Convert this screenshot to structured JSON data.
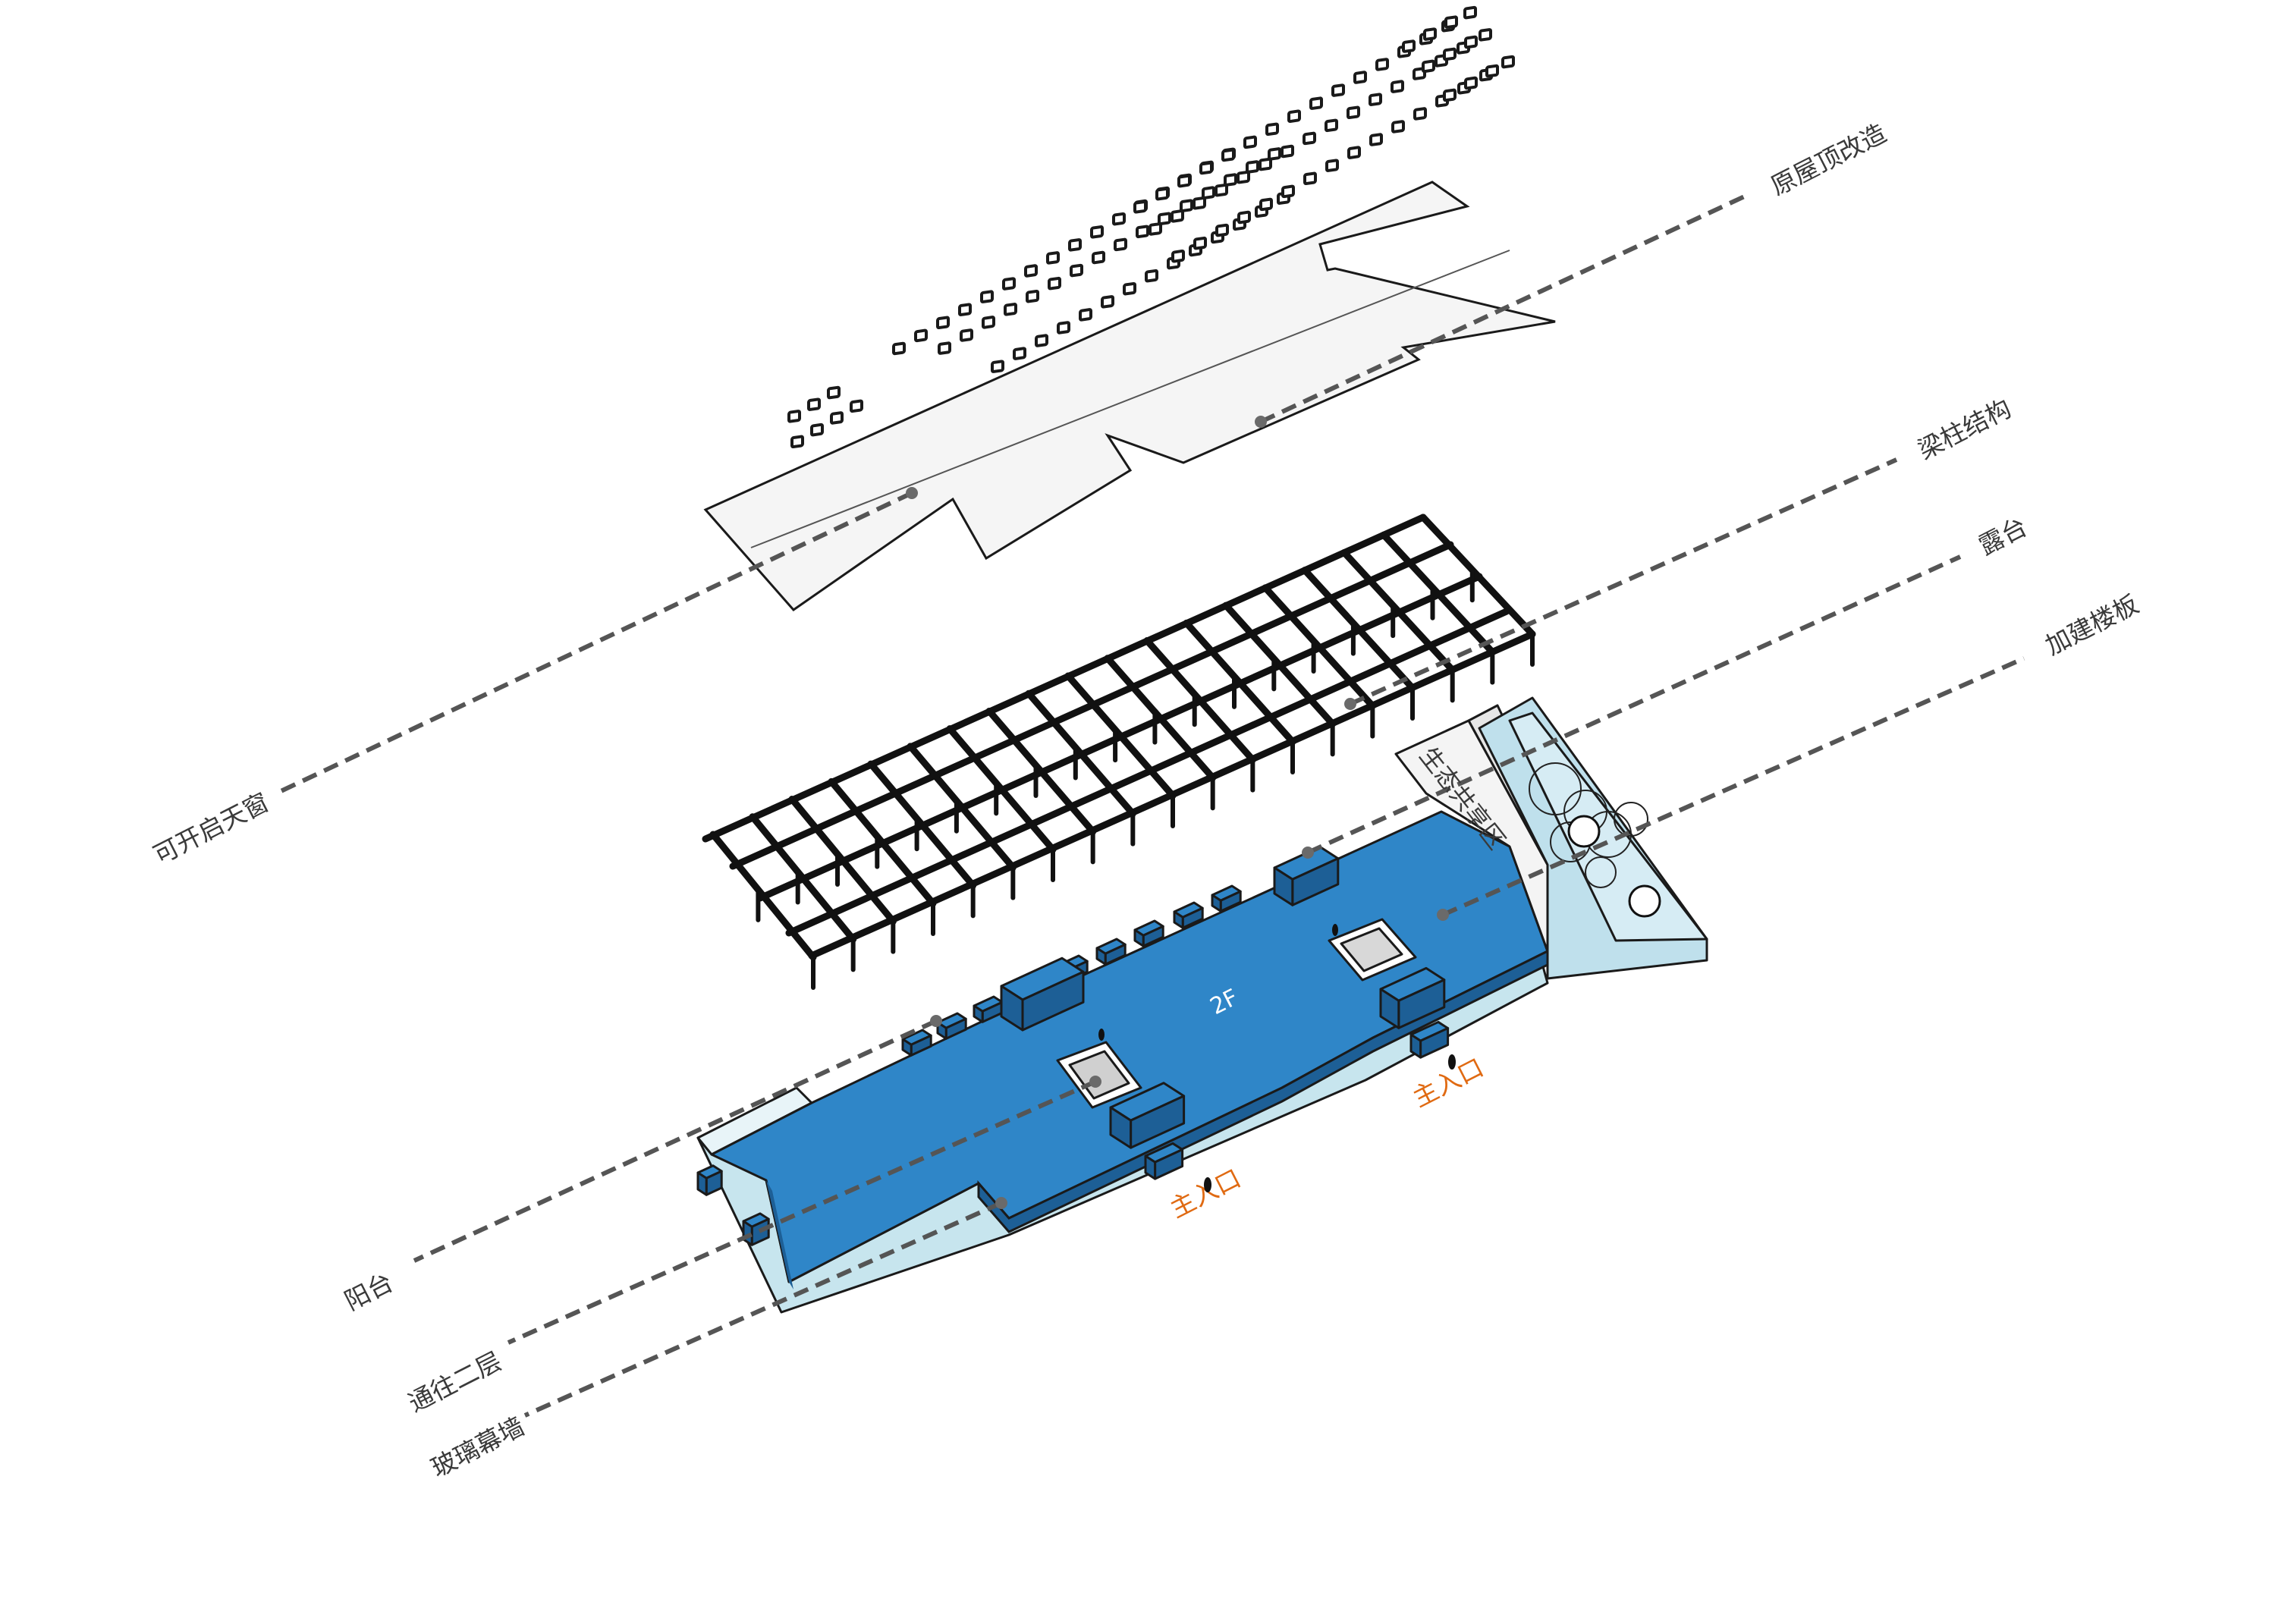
{
  "callouts": {
    "roof_renovation": "原屋顶改造",
    "skylights": "可开启天窗",
    "beam_column": "梁柱结构",
    "terrace": "露台",
    "added_slab": "加建楼板",
    "balcony": "阳台",
    "to_second_floor": "通往二层",
    "glass_curtain_wall": "玻璃幕墙"
  },
  "labels": {
    "floor": "2F",
    "eco_zone": "生态共享区",
    "main_entrance_left": "主入口",
    "main_entrance_right": "主入口"
  },
  "colors": {
    "slab_blue": "#2f86c8",
    "slab_dark": "#1d5f96",
    "glass": "#c7e5ee",
    "entrance_orange": "#e06a12",
    "leader": "#555555"
  }
}
